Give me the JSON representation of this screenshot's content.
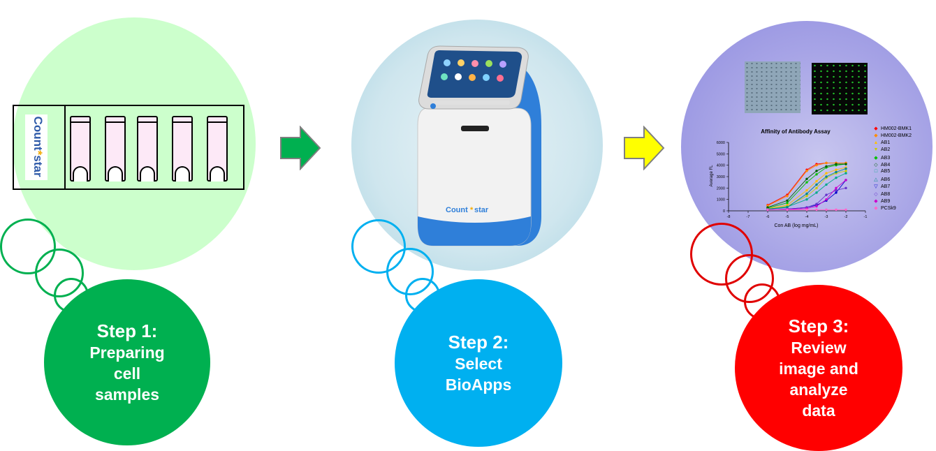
{
  "steps": [
    {
      "title": "Step 1:",
      "lines": [
        "Preparing",
        "cell",
        "samples"
      ],
      "color": "#00b050",
      "ring_color": "#00b050",
      "bg_color": "#ccffcc"
    },
    {
      "title": "Step 2:",
      "lines": [
        "Select",
        "BioApps"
      ],
      "color": "#00b0f0",
      "ring_color": "#00b0f0"
    },
    {
      "title": "Step 3:",
      "lines": [
        "Review",
        "image and",
        "analyze",
        "data"
      ],
      "color": "#ff0000",
      "ring_color": "#e00000"
    }
  ],
  "brand": {
    "name": "Count",
    "name2": "star",
    "star": "*"
  },
  "arrows": [
    {
      "name": "green-arrow",
      "color": "#00b050"
    },
    {
      "name": "yellow-arrow",
      "color": "#ffff00"
    }
  ],
  "chart_data": {
    "type": "line",
    "title": "Affinity of Antibody Assay",
    "xlabel": "Con AB (log mg/mL)",
    "ylabel": "Average FL",
    "xlim": [
      -8,
      -1
    ],
    "ylim": [
      0,
      6000
    ],
    "x_ticks": [
      "-8",
      "-7",
      "-6",
      "-5",
      "-4",
      "-3",
      "-2",
      "-1"
    ],
    "y_ticks": [
      "0",
      "1000",
      "2000",
      "3000",
      "4000",
      "5000",
      "6000"
    ],
    "x": [
      -6,
      -5,
      -4,
      -3.5,
      -3,
      -2.5,
      -2
    ],
    "series": [
      {
        "name": "HM002-BMK1",
        "color": "#ff0000",
        "marker": "◆",
        "values": [
          500,
          1400,
          3600,
          4100,
          4200,
          4200,
          4200
        ]
      },
      {
        "name": "HM002-BMK2",
        "color": "#ff8c00",
        "marker": "◆",
        "values": [
          450,
          1300,
          3500,
          4000,
          4200,
          4200,
          4200
        ]
      },
      {
        "name": "AB1",
        "color": "#ffc000",
        "marker": "▲",
        "values": [
          200,
          500,
          1800,
          2600,
          3300,
          3600,
          3800
        ]
      },
      {
        "name": "AB2",
        "color": "#cccc00",
        "marker": "▼",
        "values": [
          150,
          400,
          1300,
          2000,
          2900,
          3300,
          3500
        ]
      },
      {
        "name": "AB3",
        "color": "#00c000",
        "marker": "◆",
        "values": [
          250,
          700,
          2500,
          3200,
          3800,
          4000,
          4100
        ]
      },
      {
        "name": "AB4",
        "color": "#006000",
        "marker": "◇",
        "values": [
          300,
          900,
          2800,
          3500,
          3900,
          4100,
          4100
        ]
      },
      {
        "name": "AB5",
        "color": "#00aa88",
        "marker": "□",
        "values": [
          150,
          350,
          1000,
          1600,
          2300,
          2900,
          3300
        ]
      },
      {
        "name": "AB6",
        "color": "#008888",
        "marker": "△",
        "values": [
          150,
          300,
          1500,
          2300,
          3000,
          3400,
          3700
        ]
      },
      {
        "name": "AB7",
        "color": "#0000cc",
        "marker": "▽",
        "values": [
          100,
          150,
          300,
          500,
          900,
          1600,
          2700
        ]
      },
      {
        "name": "AB8",
        "color": "#6633cc",
        "marker": "◇",
        "values": [
          100,
          150,
          300,
          600,
          1400,
          1800,
          2000
        ]
      },
      {
        "name": "AB9",
        "color": "#cc00cc",
        "marker": "◆",
        "values": [
          100,
          120,
          200,
          400,
          1000,
          2000,
          2700
        ]
      },
      {
        "name": "PCSk9",
        "color": "#ff66cc",
        "marker": "◆",
        "values": [
          100,
          100,
          100,
          100,
          100,
          100,
          100
        ]
      }
    ]
  }
}
